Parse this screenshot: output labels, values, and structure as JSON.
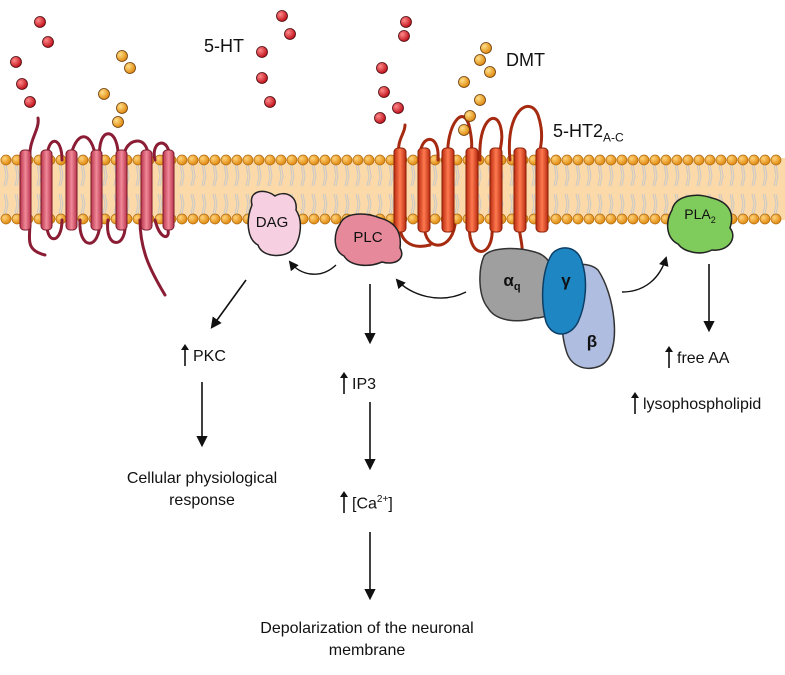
{
  "ligands": {
    "serotonin": "5-HT",
    "dmt": "DMT"
  },
  "receptor": {
    "name": "5-HT2",
    "subscript": "A-C"
  },
  "proteins": {
    "dag": "DAG",
    "plc": "PLC",
    "pla": "PLA",
    "pla_sub": "2",
    "g_alpha": "α",
    "g_alpha_sub": "q",
    "g_gamma": "γ",
    "g_beta": "β"
  },
  "outputs": {
    "pkc": "PKC",
    "ip3": "IP3",
    "ca_open": "[Ca",
    "ca_sup": "2+",
    "ca_close": "]",
    "free_aa": "free AA",
    "lysophospholipid": "lysophospholipid",
    "cellular_response_line1": "Cellular physiological",
    "cellular_response_line2": "response",
    "depolarization_line1": "Depolarization of the neuronal",
    "depolarization_line2": "membrane"
  },
  "colors": {
    "membrane_head": "#f2a52a",
    "membrane_band": "#f8cc8e",
    "receptor_left": "#e06a7a",
    "receptor_right": "#e8472b",
    "serotonin_dot": "#d0202a",
    "dmt_dot": "#f0a020",
    "dag": "#f5c4d6",
    "plc": "#e07a8a",
    "pla2": "#7cc85a",
    "g_alpha": "#9a9a9a",
    "g_gamma": "#1f86c0",
    "g_beta": "#a9b8dc"
  }
}
